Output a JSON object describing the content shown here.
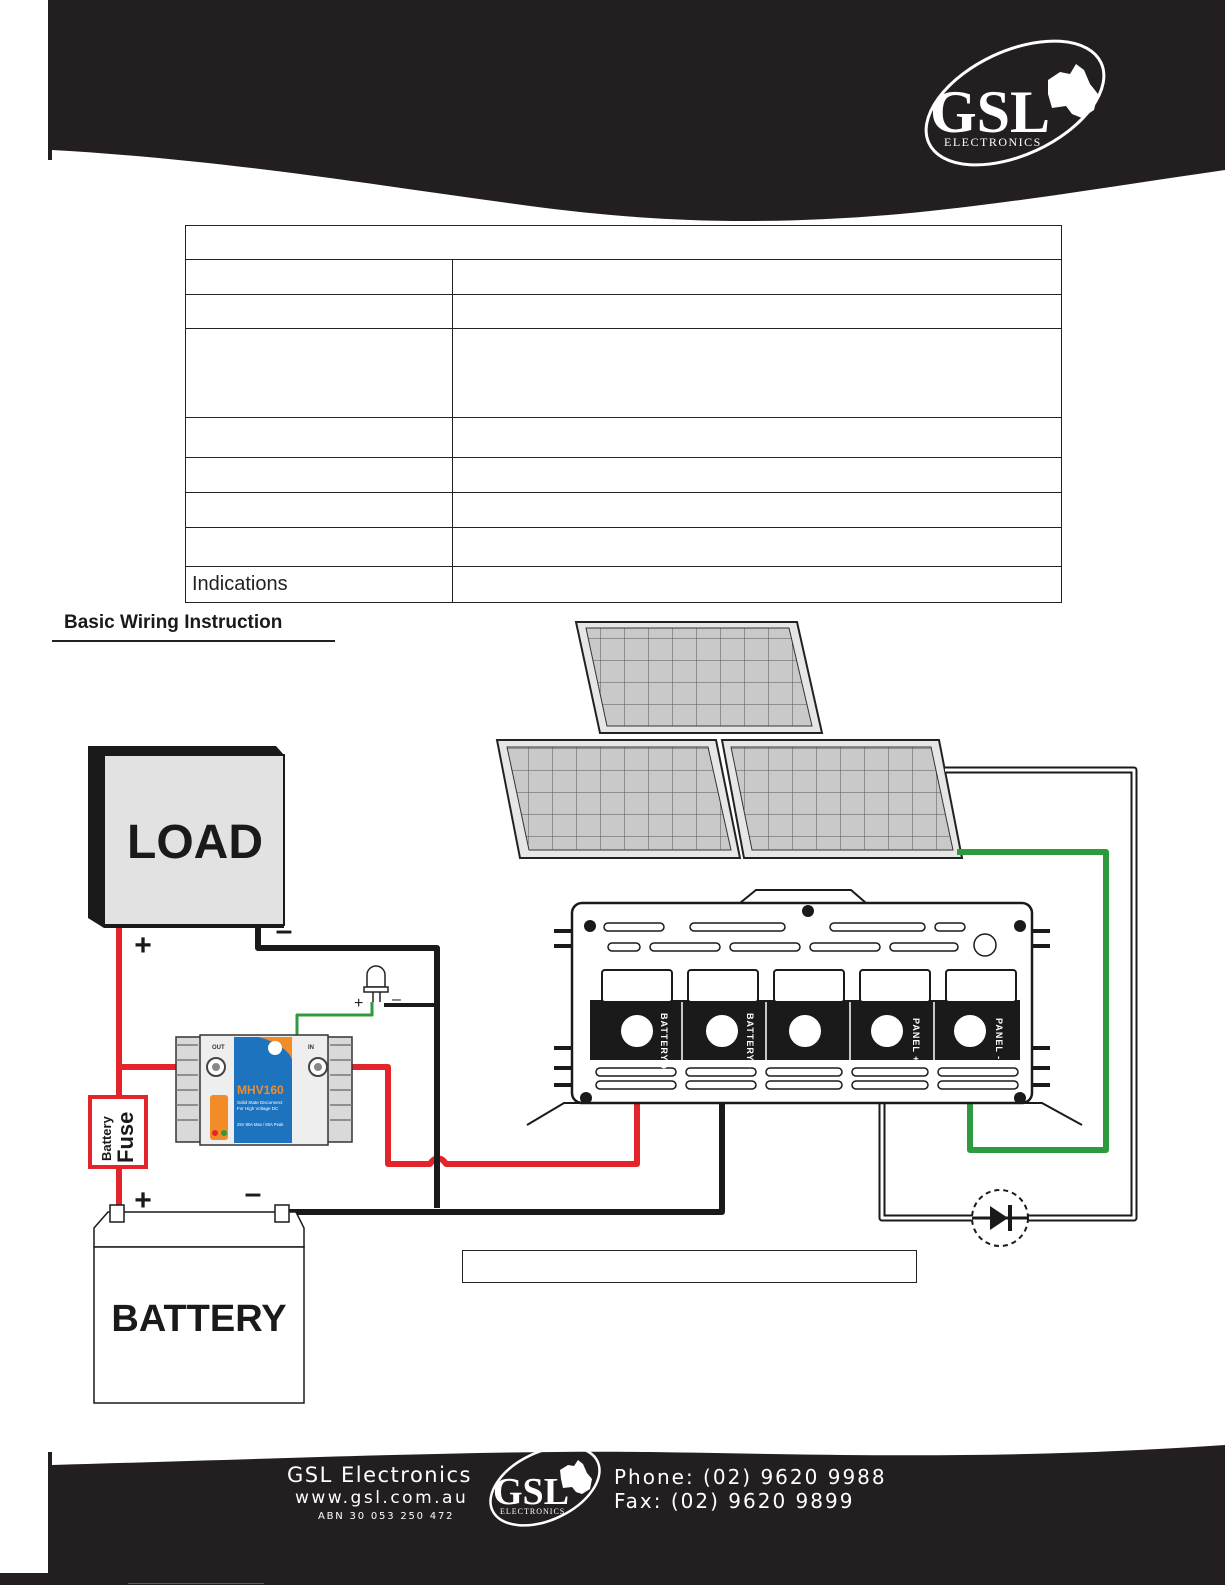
{
  "brand": {
    "logo_main": "GSL",
    "logo_sub": "ELECTRONICS"
  },
  "spec_table": {
    "header": "",
    "rows": [
      {
        "label": "",
        "value": ""
      },
      {
        "label": "",
        "value": ""
      },
      {
        "label": "",
        "value": ""
      },
      {
        "label": "",
        "value": ""
      },
      {
        "label": "",
        "value": ""
      },
      {
        "label": "",
        "value": ""
      },
      {
        "label": "",
        "value": ""
      },
      {
        "label": "Indications",
        "value": ""
      }
    ]
  },
  "section_heading": "Basic Wiring Instruction",
  "diagram": {
    "load_label": "LOAD",
    "battery_label": "BATTERY",
    "plus": "+",
    "minus": "–",
    "fuse_top": "Battery",
    "fuse_bottom": "Fuse",
    "device_model": "MHV160",
    "device_desc_1": "Solid State Disconnect",
    "device_desc_2": "For High Voltage DC",
    "device_rating": "25V 80A Max / 60A Peak",
    "device_out": "OUT",
    "device_in": "IN",
    "terminals": [
      "BATTERY +",
      "BATTERY -",
      "",
      "PANEL +",
      "PANEL -"
    ],
    "note": ""
  },
  "footer": {
    "company": "GSL Electronics",
    "url": "www.gsl.com.au",
    "abn": "ABN 30 053 250 472",
    "phone": "Phone: (02) 9620 9988",
    "fax": "Fax: (02) 9620 9899"
  },
  "colors": {
    "band": "#231f20",
    "wire_red": "#e3242b",
    "wire_black": "#1a1a1a",
    "wire_green": "#2e9a3e",
    "device_blue": "#1e73be",
    "device_orange": "#f28c28"
  }
}
